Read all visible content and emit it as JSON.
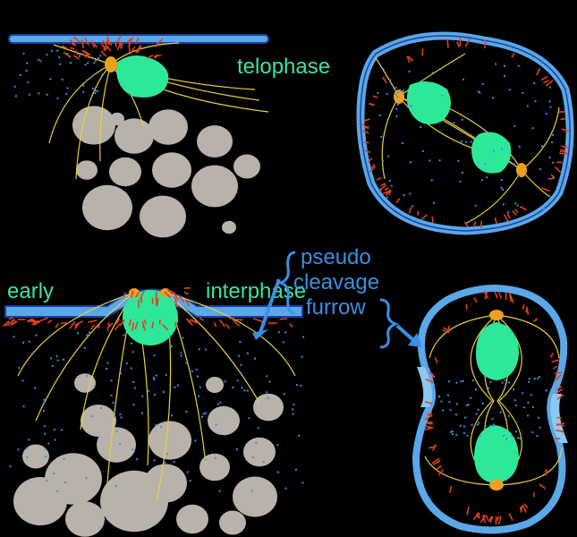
{
  "labels": {
    "telophase": "telophase",
    "early": "early",
    "interphase": "interphase",
    "pseudo": "pseudo",
    "cleavage": "cleavage",
    "furrow": "furrow"
  },
  "colors": {
    "background": "#000000",
    "membrane": "#5aa8e8",
    "membrane_outline": "#1a3fa0",
    "nucleus": "#2ee89a",
    "centrosome": "#f0a020",
    "microtubule": "#e8d040",
    "actin": "#e04020",
    "yolk": "#b8b2aa",
    "label_green": "#3de3a0",
    "label_blue": "#3b8fe3"
  }
}
